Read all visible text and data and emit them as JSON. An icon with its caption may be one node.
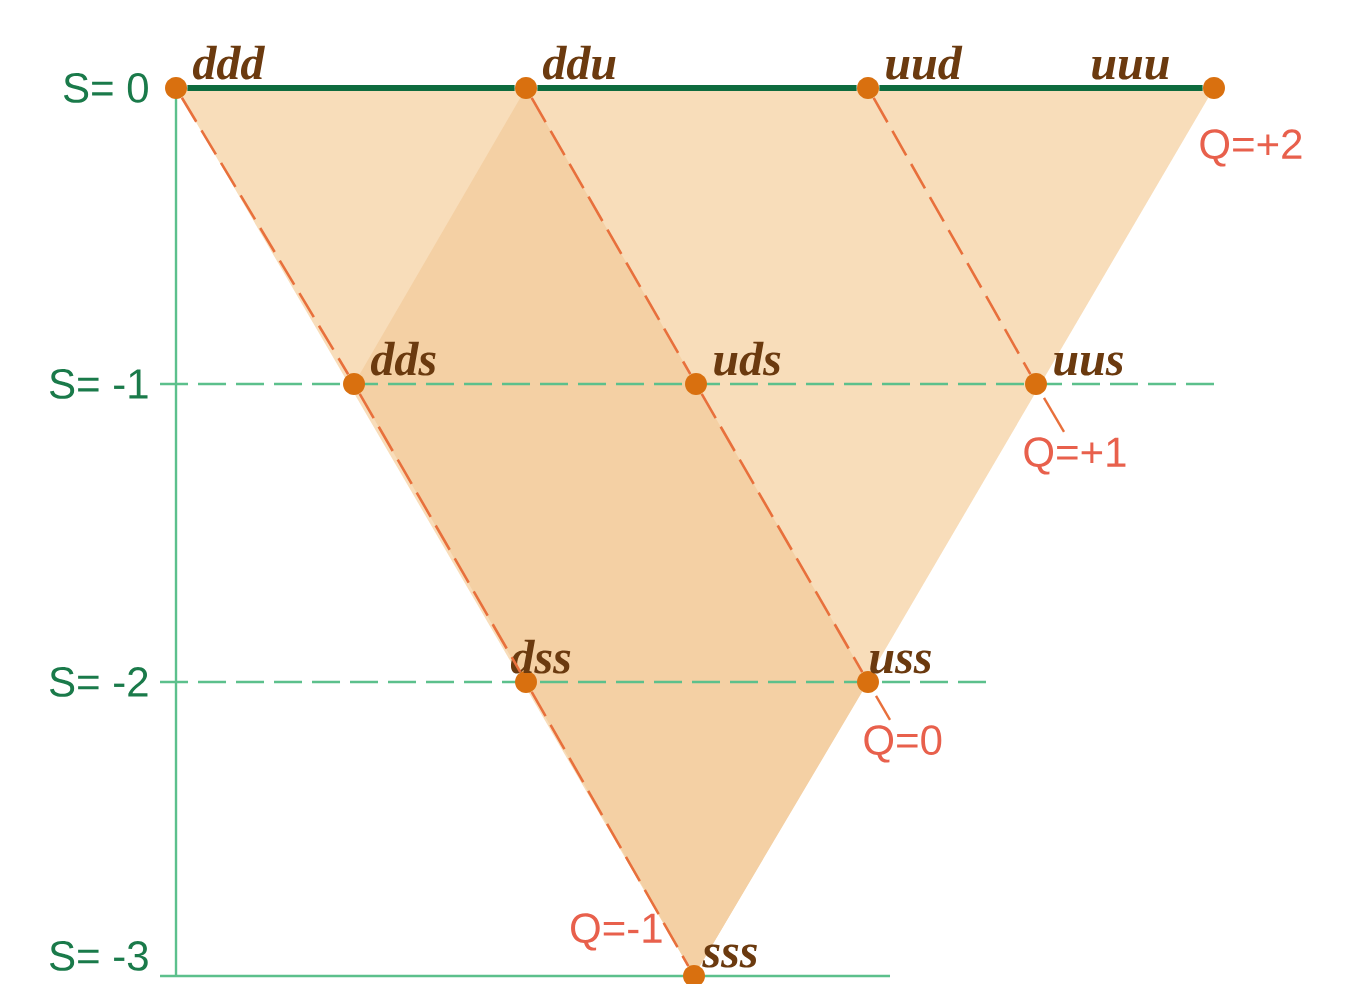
{
  "diagram": {
    "nodes": [
      {
        "text": [
          "ddd"
        ]
      },
      {
        "text": [
          "ddu"
        ]
      },
      {
        "text": [
          "uud"
        ]
      },
      {
        "text": [
          "uuu"
        ]
      },
      {
        "text": [
          "dds"
        ]
      },
      {
        "text": [
          "uds"
        ]
      },
      {
        "text": [
          "uus"
        ]
      },
      {
        "text": [
          "dss"
        ]
      },
      {
        "text": [
          "uss"
        ]
      },
      {
        "text": [
          "sss"
        ]
      }
    ],
    "edges": [
      {
        "from": 0,
        "to": 1,
        "arrow": "none",
        "style": "thick",
        "color": "#0e6b3e"
      },
      {
        "from": 1,
        "to": 2,
        "arrow": "none",
        "style": "thick",
        "color": "#0e6b3e"
      },
      {
        "from": 2,
        "to": 3,
        "arrow": "none",
        "style": "thick",
        "color": "#0e6b3e"
      },
      {
        "from": 0,
        "to": 4,
        "arrow": "none",
        "style": "dashed"
      },
      {
        "from": 4,
        "to": 7,
        "arrow": "none",
        "style": "dashed"
      },
      {
        "from": 7,
        "to": 9,
        "arrow": "none",
        "style": "dashed"
      },
      {
        "from": 1,
        "to": 5,
        "arrow": "none",
        "style": "dashed"
      },
      {
        "from": 5,
        "to": 8,
        "arrow": "none",
        "style": "dashed"
      },
      {
        "from": 2,
        "to": 6,
        "arrow": "none",
        "style": "dashed"
      }
    ],
    "labels": [
      "S= 0",
      "Q=+2",
      "S= -1",
      "Q=+1",
      "S= -2",
      "Q=0",
      "Q=-1",
      "S= -3"
    ]
  }
}
